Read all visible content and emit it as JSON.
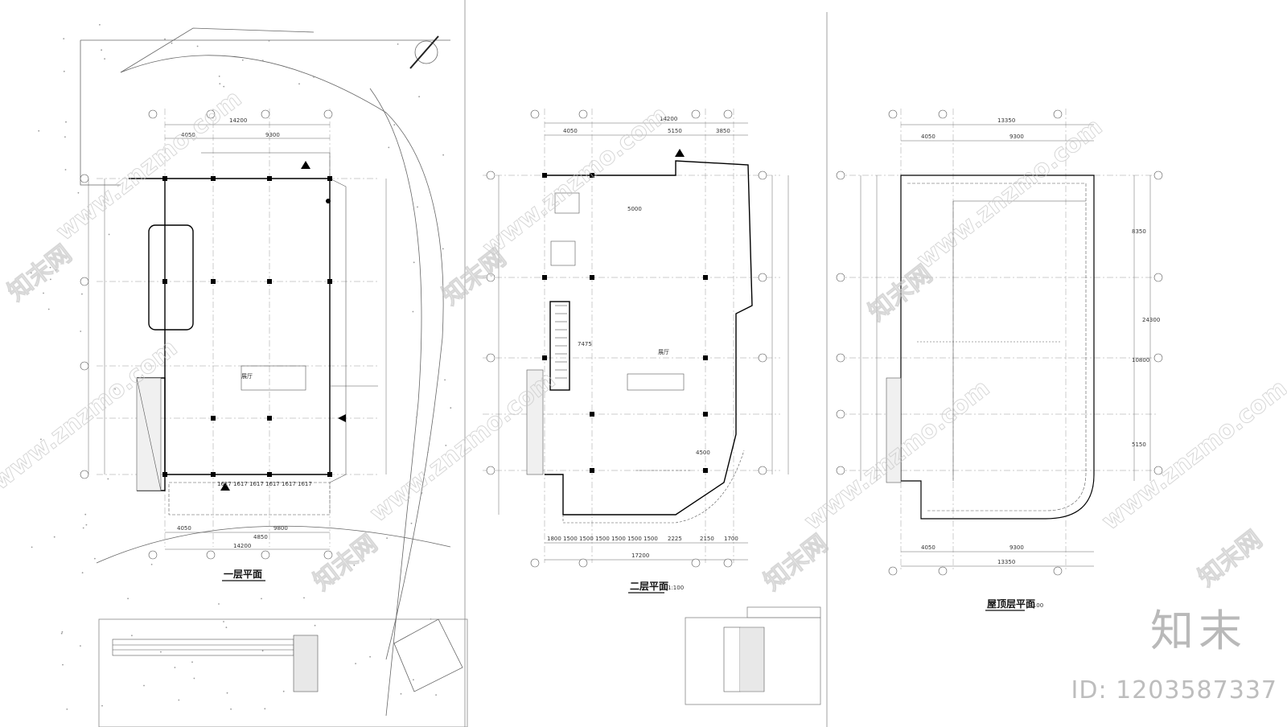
{
  "plans": {
    "floor1": {
      "title": "一层平面",
      "room_label": "展厅"
    },
    "floor2": {
      "title": "二层平面",
      "scale": "1:100",
      "room_label": "展厅"
    },
    "roof": {
      "title": "屋顶层平面",
      "scale": "1:100"
    }
  },
  "dimensions": {
    "f1_top": [
      "14200",
      "4050",
      "9300"
    ],
    "f1_bottom": [
      "4050",
      "9800",
      "14200",
      "4850"
    ],
    "f1_segments": [
      "1617",
      "1617",
      "1617",
      "1617",
      "1617",
      "1617"
    ],
    "f2_top": [
      "4050",
      "5150",
      "3850",
      "14200"
    ],
    "f2_bottom": [
      "1800",
      "1500",
      "1500",
      "1500",
      "1500",
      "1500",
      "1500",
      "2225",
      "2150",
      "1700",
      "17200"
    ],
    "f2_inner": [
      "5000",
      "7475",
      "4500"
    ],
    "roof_top": [
      "13350",
      "4050",
      "9300"
    ],
    "roof_bottom": [
      "4050",
      "9300",
      "13350"
    ],
    "right_side": [
      "8350",
      "24300",
      "10800",
      "5150"
    ]
  },
  "watermark": {
    "site": "www.znzmo.com",
    "cn": "知末网",
    "brand": "知末",
    "id": "ID: 1203587337"
  },
  "colors": {
    "line": "#555555",
    "wall": "#000000",
    "grid": "#9a9a9a",
    "watermark": "#c7c7c7"
  }
}
